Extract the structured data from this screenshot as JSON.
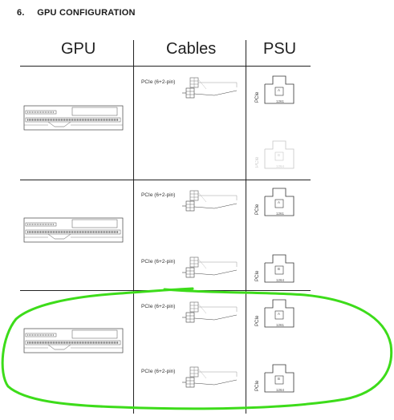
{
  "section": {
    "number": "6.",
    "title": "GPU CONFIGURATION"
  },
  "columns": {
    "gpu": "GPU",
    "cables": "Cables",
    "psu": "PSU"
  },
  "cable_label": "PCIe (6+2-pin)",
  "psu_connector_label": "PCIe",
  "connectors": {
    "row1_top": {
      "letter": "A",
      "model": "1261"
    },
    "row1_bottom": {
      "letter": "B",
      "model": "1264"
    },
    "row2_top": {
      "letter": "A",
      "model": "1261"
    },
    "row2_bottom": {
      "letter": "B",
      "model": "1264"
    },
    "row3_top": {
      "letter": "A",
      "model": "1261"
    },
    "row3_bottom": {
      "letter": "B",
      "model": "1264"
    }
  },
  "colors": {
    "highlight": "#3ddc1a",
    "line": "#222222"
  }
}
